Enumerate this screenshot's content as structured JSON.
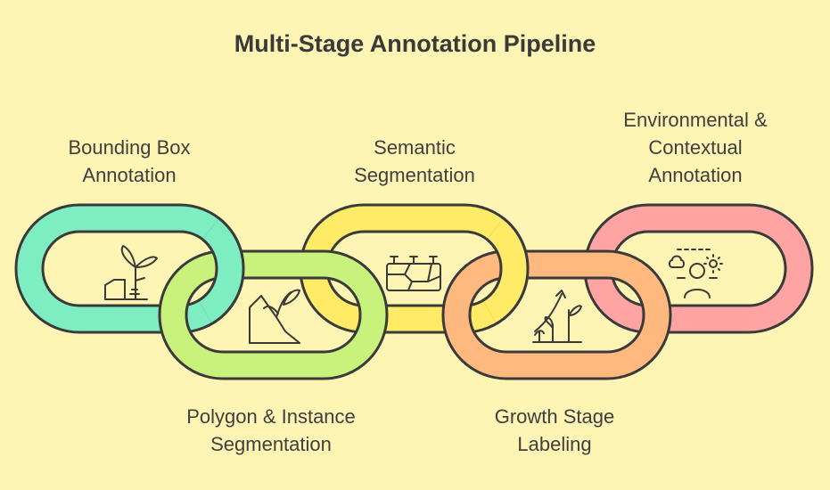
{
  "title": "Multi-Stage Annotation Pipeline",
  "stages": [
    {
      "label": "Bounding Box\nAnnotation",
      "color": "#7EEDC1",
      "icon": "plant-in-box-icon"
    },
    {
      "label": "Polygon & Instance\nSegmentation",
      "color": "#C9F27C",
      "icon": "hill-plant-icon"
    },
    {
      "label": "Semantic\nSegmentation",
      "color": "#FFEB65",
      "icon": "soil-grid-icon"
    },
    {
      "label": "Growth Stage\nLabeling",
      "color": "#FFB87E",
      "icon": "growth-chart-icon"
    },
    {
      "label": "Environmental &\nContextual\nAnnotation",
      "color": "#FFA3A3",
      "icon": "person-weather-icon"
    }
  ],
  "colors": {
    "background": "#FEF4B3",
    "stroke": "#3a3a3a",
    "text": "#3f3f3f"
  }
}
